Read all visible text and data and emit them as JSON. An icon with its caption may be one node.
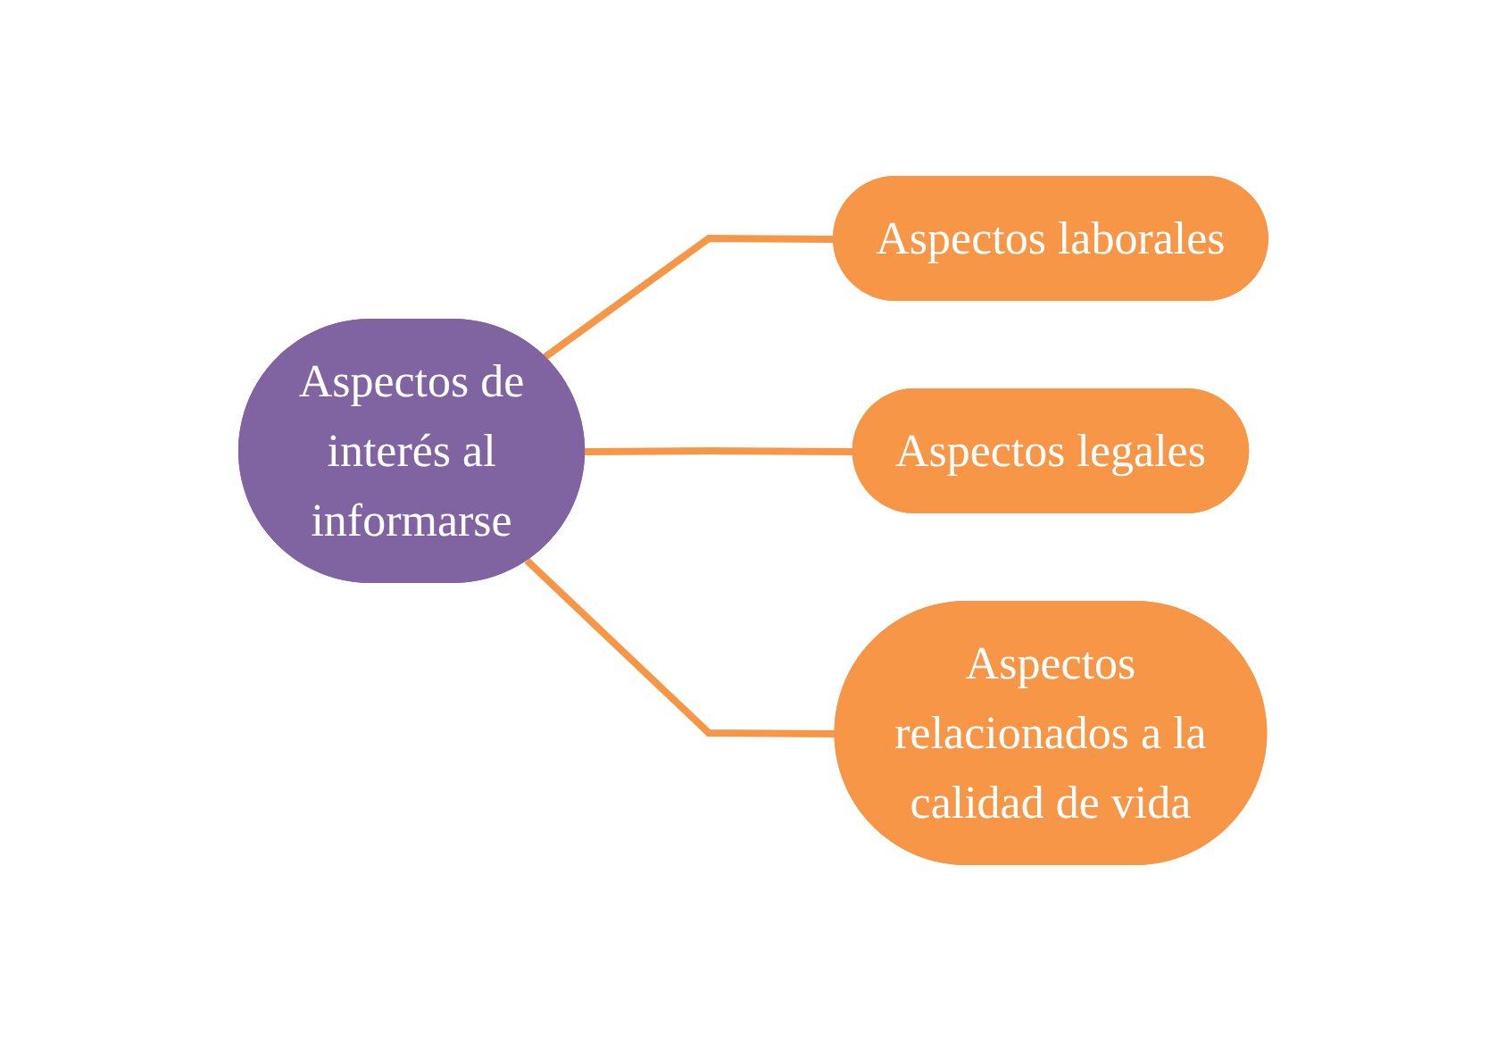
{
  "diagram": {
    "nodes": [
      {
        "text": [
          "Aspectos de interés al informarse"
        ]
      },
      {
        "text": [
          "Aspectos laborales"
        ]
      },
      {
        "text": [
          "Aspectos legales"
        ]
      },
      {
        "text": [
          "Aspectos relacionados a la calidad de vida"
        ]
      }
    ],
    "edges": [
      {
        "from": 0,
        "to": 1,
        "arrow": "none"
      },
      {
        "from": 0,
        "to": 2,
        "arrow": "none"
      },
      {
        "from": 0,
        "to": 3,
        "arrow": "none"
      }
    ]
  }
}
